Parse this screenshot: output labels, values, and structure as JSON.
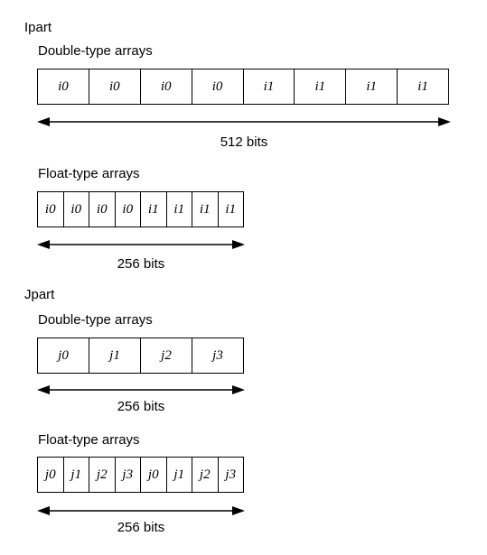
{
  "ipart": {
    "title": "Ipart",
    "double": {
      "label": "Double-type arrays",
      "cells": [
        "i0",
        "i0",
        "i0",
        "i0",
        "i1",
        "i1",
        "i1",
        "i1"
      ],
      "bits": "512 bits"
    },
    "float": {
      "label": "Float-type arrays",
      "cells": [
        "i0",
        "i0",
        "i0",
        "i0",
        "i1",
        "i1",
        "i1",
        "i1"
      ],
      "bits": "256 bits"
    }
  },
  "jpart": {
    "title": "Jpart",
    "double": {
      "label": "Double-type arrays",
      "cells": [
        "j0",
        "j1",
        "j2",
        "j3"
      ],
      "bits": "256 bits"
    },
    "float": {
      "label": "Float-type arrays",
      "cells": [
        "j0",
        "j1",
        "j2",
        "j3",
        "j0",
        "j1",
        "j2",
        "j3"
      ],
      "bits": "256 bits"
    }
  }
}
